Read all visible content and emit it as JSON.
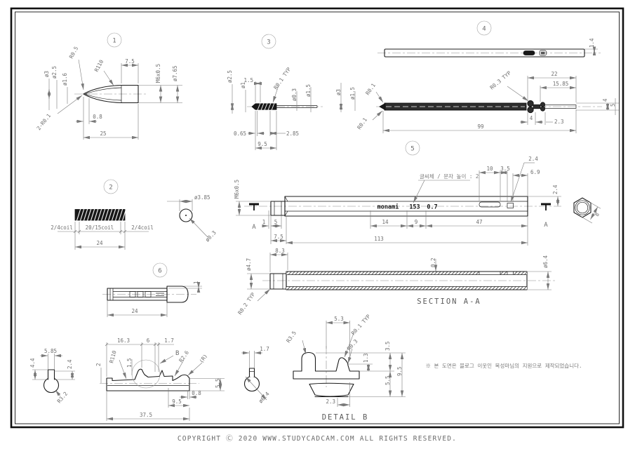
{
  "colors": {
    "paper": "#ffffff",
    "outline": "#1c1c1c",
    "dimension": "#7a7a7a",
    "text": "#6e6e6e",
    "fill_dark": "#181818"
  },
  "balloons": [
    "1",
    "2",
    "3",
    "4",
    "5",
    "6"
  ],
  "footer": {
    "copyright": "COPYRIGHT Ⓒ 2020 WWW.STUDYCADCAM.COM ALL RIGHTS RESERVED."
  },
  "note": {
    "text": "※ 본 도면은 블로그 이웃인 목성마님의 지원으로 제작되었습니다."
  },
  "p1": {
    "r05": "R0.5",
    "r110": "R110",
    "w75": "7.5",
    "thread": "M6x0.5",
    "d765": "ø7.65",
    "d3": "ø3",
    "d25": "ø2.5",
    "d16": "ø1.6",
    "r2x01": "2-R0.1",
    "w08": "0.8",
    "len": "25"
  },
  "p2": {
    "coil_l": "2/4coil",
    "coil_m": "20/15coil",
    "coil_r": "2/4coil",
    "len": "24",
    "d385": "ø3.85",
    "d03": "ø0.3"
  },
  "p3": {
    "d25": "ø2.5",
    "d1": "ø1",
    "w15": "1.5",
    "r01": "R0.1 TYP",
    "d03": "ø0.3",
    "d15": "ø1.5",
    "w065": "0.65",
    "w285": "2.85",
    "len": "9.5"
  },
  "p4": {
    "t14": "1.4",
    "d3": "ø3",
    "d15": "ø1.5",
    "r01a": "R0.1",
    "r01b": "R0.1",
    "r03": "R0.3 TYP",
    "w22": "22",
    "w1585": "15.85",
    "h4": "4",
    "h5": "5",
    "w4": "4",
    "w23": "2.3",
    "len": "99"
  },
  "p5": {
    "thread": "M6x0.5",
    "font_note": "글씨체 / 문자 높이 : 2",
    "brand_name": "monami",
    "brand_num": "153",
    "brand_size": "0.7",
    "t24": "2.4",
    "w10": "10",
    "w35": "3.5",
    "w69": "6.9",
    "h24": "2.4",
    "sec_a_left": "A",
    "sec_a_right": "A",
    "w1": "1",
    "w5": "5",
    "w14": "14",
    "w9": "9",
    "w47": "47",
    "w75": "7.5",
    "len": "113",
    "hex": "8"
  },
  "sec": {
    "d47": "ø4.7",
    "w83": "8.3",
    "r02": "R0.2 TYP",
    "t02": "0.2",
    "d64": "ø6.4",
    "title": "SECTION A-A"
  },
  "p6": {
    "len": "24",
    "h1": "1"
  },
  "clip_end": {
    "w585": "5.85",
    "h44": "4.4",
    "h24": "2.4",
    "r32": "R3.2"
  },
  "clip": {
    "w163": "16.3",
    "w6": "6",
    "w17": "1.7",
    "r110": "R110",
    "h15": "1.5",
    "h2": "2",
    "b": "B",
    "r26": "R2.6",
    "r": "(R)",
    "h55": "5.5",
    "w08": "0.8",
    "w95": "9.5",
    "len": "37.5"
  },
  "ring": {
    "w17": "1.7",
    "d64": "ø6.4"
  },
  "db": {
    "r35": "R3.5",
    "w53": "5.3",
    "r01": "R0.1 TYP",
    "r03": "R0.3",
    "h35": "3.5",
    "h13": "1.3",
    "h95": "9.5",
    "h55": "5.5",
    "w23": "2.3",
    "title": "DETAIL B"
  }
}
